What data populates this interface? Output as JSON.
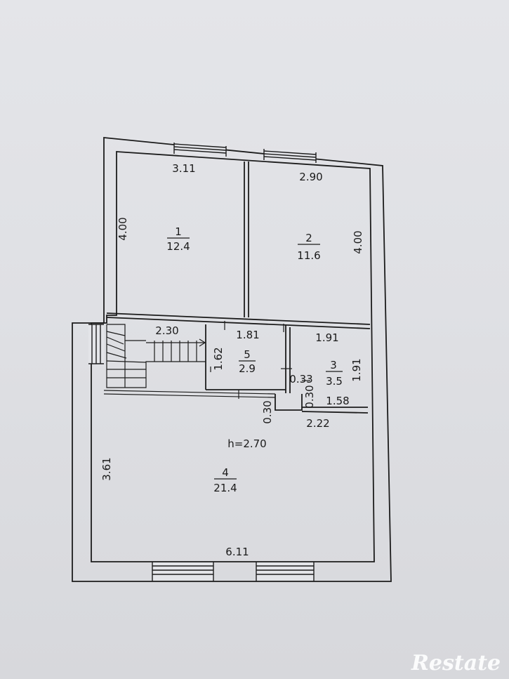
{
  "plan": {
    "ceiling_height": "h=2.70",
    "rooms": [
      {
        "id": "room-1",
        "number": "1",
        "area": "12.4"
      },
      {
        "id": "room-2",
        "number": "2",
        "area": "11.6"
      },
      {
        "id": "room-3",
        "number": "3",
        "area": "3.5"
      },
      {
        "id": "room-4",
        "number": "4",
        "area": "21.4"
      },
      {
        "id": "room-5",
        "number": "5",
        "area": "2.9"
      }
    ],
    "dimensions": {
      "r1_width": "3.11",
      "r1_height": "4.00",
      "r2_width": "2.90",
      "r2_height": "4.00",
      "stair_len": "2.30",
      "r5_width": "1.81",
      "r5_height": "1.62",
      "r3_width": "1.91",
      "r3_height": "1.91",
      "r3_bottom": "1.58",
      "nib_033": "0.33",
      "nib_030_a": "0.30",
      "nib_030_b": "0.30",
      "r4_top": "2.22",
      "r4_height": "3.61",
      "r4_width": "6.11"
    }
  },
  "watermark": {
    "text": "Restate"
  }
}
